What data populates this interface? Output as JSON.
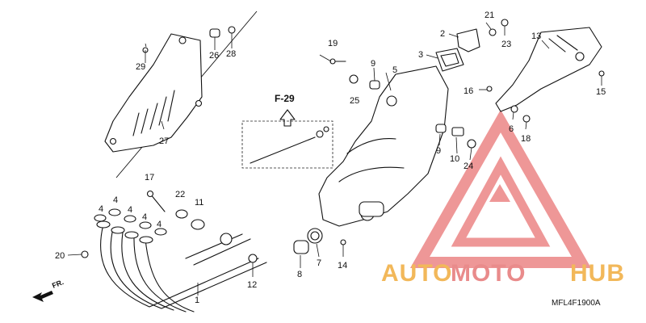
{
  "diagram": {
    "reference": {
      "label": "F-29"
    },
    "diagram_code": "MFL4F1900A",
    "front_indicator": "FR.",
    "callouts": [
      "1",
      "2",
      "3",
      "4",
      "5",
      "6",
      "7",
      "8",
      "9",
      "10",
      "11",
      "12",
      "13",
      "14",
      "15",
      "16",
      "17",
      "18",
      "19",
      "20",
      "21",
      "22",
      "23",
      "24",
      "25",
      "26",
      "27",
      "28",
      "29"
    ],
    "callout_4_repeats": [
      "4",
      "4",
      "4",
      "4",
      "4"
    ],
    "callout_9_repeats": [
      "9",
      "9"
    ]
  },
  "watermark": {
    "brand_part1": "AUTO",
    "brand_part2": "MOTO",
    "brand_part3": "HUB",
    "colors": {
      "triangle": "#ec8585",
      "auto": "#f2b85a",
      "moto": "#e98b8b",
      "hub": "#f2b85a"
    }
  }
}
